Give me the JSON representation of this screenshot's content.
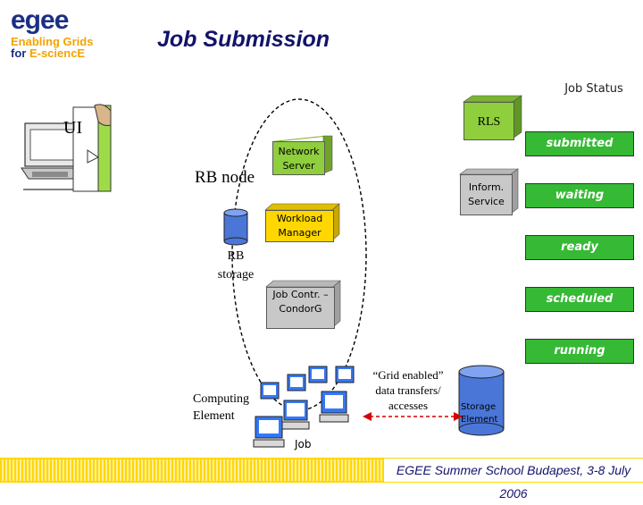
{
  "logo": {
    "mark": "egee",
    "line1": "Enabling Grids",
    "line2_prefix": "for ",
    "line2_brand": "E-sciencE"
  },
  "title": "Job Submission",
  "job_status_label": "Job Status",
  "ui_label": "UI",
  "rb_node_label": "RB node",
  "rb_storage_label": "RB storage",
  "rls_label": "RLS",
  "network_server": "Network Server",
  "inform_service": "Inform. Service",
  "workload_manager": "Workload Manager",
  "job_contr": "Job Contr. – CondorG",
  "statuses": [
    "submitted",
    "waiting",
    "ready",
    "scheduled",
    "running"
  ],
  "computing_element": "Computing Element",
  "transfer_note": "“Grid enabled” data transfers/ accesses",
  "storage_element": "Storage Element",
  "job_label": "Job",
  "footer": "EGEE Summer School Budapest, 3-8 July 2006",
  "colors": {
    "green": "#36b935",
    "box_yellow": "#ffd700",
    "title_blue": "#13136b",
    "logo_orange": "#f3a300"
  }
}
